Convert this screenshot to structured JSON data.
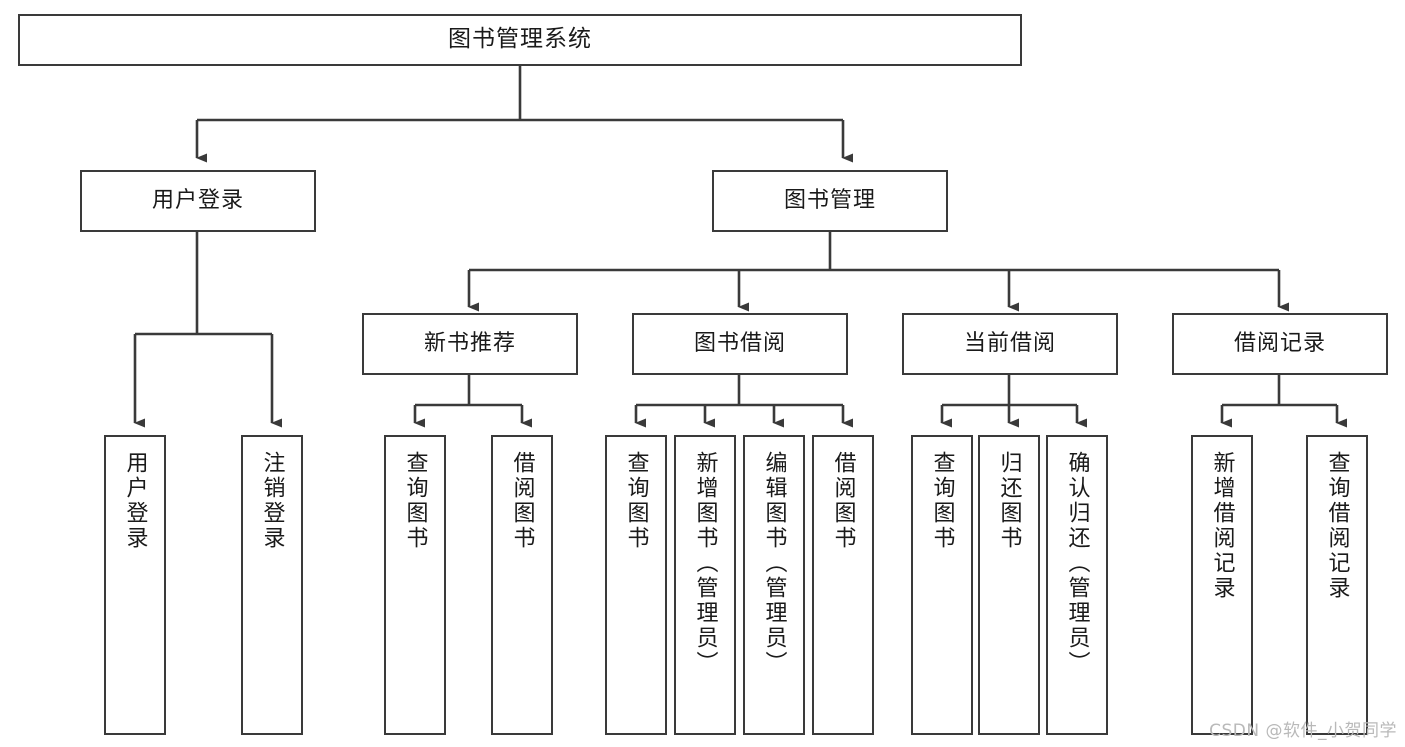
{
  "diagram": {
    "title": "图书管理系统",
    "type": "tree-hierarchy-chart",
    "watermark": "CSDN @软件_小贺同学",
    "colors": {
      "box_border": "#3a3a3a",
      "connector": "#3a3a3a",
      "background": "#ffffff",
      "text": "#1a1a1a",
      "watermark": "#b9b9b9"
    },
    "nodes": {
      "root": {
        "label": "图书管理系统"
      },
      "level2": [
        {
          "label": "用户登录"
        },
        {
          "label": "图书管理"
        }
      ],
      "level3": [
        {
          "label": "新书推荐"
        },
        {
          "label": "图书借阅"
        },
        {
          "label": "当前借阅"
        },
        {
          "label": "借阅记录"
        }
      ],
      "leaves": {
        "user_login": [
          {
            "label": "用户登录"
          },
          {
            "label": "注销登录"
          }
        ],
        "new_book_recommend": [
          {
            "label": "查询图书"
          },
          {
            "label": "借阅图书"
          }
        ],
        "book_borrow": [
          {
            "label": "查询图书"
          },
          {
            "label": "新增图书（管理员）"
          },
          {
            "label": "编辑图书（管理员）"
          },
          {
            "label": "借阅图书"
          }
        ],
        "current_borrow": [
          {
            "label": "查询图书"
          },
          {
            "label": "归还图书"
          },
          {
            "label": "确认归还（管理员）"
          }
        ],
        "borrow_record": [
          {
            "label": "新增借阅记录"
          },
          {
            "label": "查询借阅记录"
          }
        ]
      }
    }
  }
}
